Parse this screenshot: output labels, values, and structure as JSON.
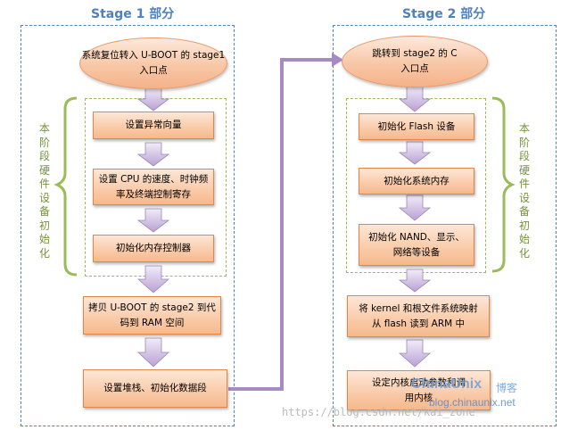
{
  "stage1": {
    "title": "Stage 1 部分",
    "start": "系统复位转入 U-BOOT 的 stage1 入口点",
    "steps": [
      "设置异常向量",
      "设置 CPU 的速度、时钟频率及终端控制寄存",
      "初始化内存控制器",
      "拷贝 U-BOOT 的 stage2 到代码到 RAM 空间",
      "设置堆栈、初始化数据段"
    ],
    "side_label": "本阶段硬件设备初始化"
  },
  "stage2": {
    "title": "Stage 2 部分",
    "start": "跳转到 stage2 的 C 入口点",
    "steps": [
      "初始化 Flash 设备",
      "初始化系统内存",
      "初始化 NAND、显示、网络等设备",
      "将 kernel 和根文件系统映射从 flash 读到 ARM 中",
      "设定内核启动参数和调用内核"
    ],
    "side_label": "本阶段硬件设备初始化"
  },
  "watermark": {
    "logo": "ChinaUnix",
    "logo_suffix": "博客",
    "domain": "blog.chinaunix.net",
    "url": "https://blog.csdn.net/kai_zone"
  },
  "colors": {
    "stage_frame": "#4f81bd",
    "group_frame": "#9bbb59",
    "box_fill": "#f9caa8",
    "arrow_fill": "#c8b5dc",
    "connector": "#a78ac3"
  }
}
